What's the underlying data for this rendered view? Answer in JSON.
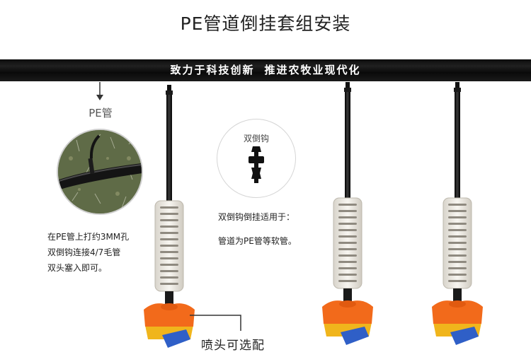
{
  "header": {
    "title": "PE管道倒挂套组安装"
  },
  "pipe": {
    "slogan_left": "致力于科技创新",
    "slogan_right": "推进农牧业现代化"
  },
  "pe_section": {
    "label": "PE管",
    "lines": [
      "在PE管上打约3MM孔",
      "双倒钩连接4/7毛管",
      "双头塞入即可。"
    ]
  },
  "hook_section": {
    "label": "双倒钩",
    "lines": [
      "双倒钩倒挂适用于：",
      "管道为PE管等软管。"
    ]
  },
  "nozzle": {
    "label": "喷头可选配"
  },
  "colors": {
    "pipe": "#111111",
    "filter_body": "#ece9e2",
    "nozzle_orange": "#f26a1b",
    "nozzle_yellow": "#f0b51c",
    "nozzle_blue": "#2f5fc7"
  },
  "icons": {
    "arrow": "arrow-down-icon",
    "hook": "double-barb-hook-icon",
    "photo": "pe-pipe-photo"
  }
}
